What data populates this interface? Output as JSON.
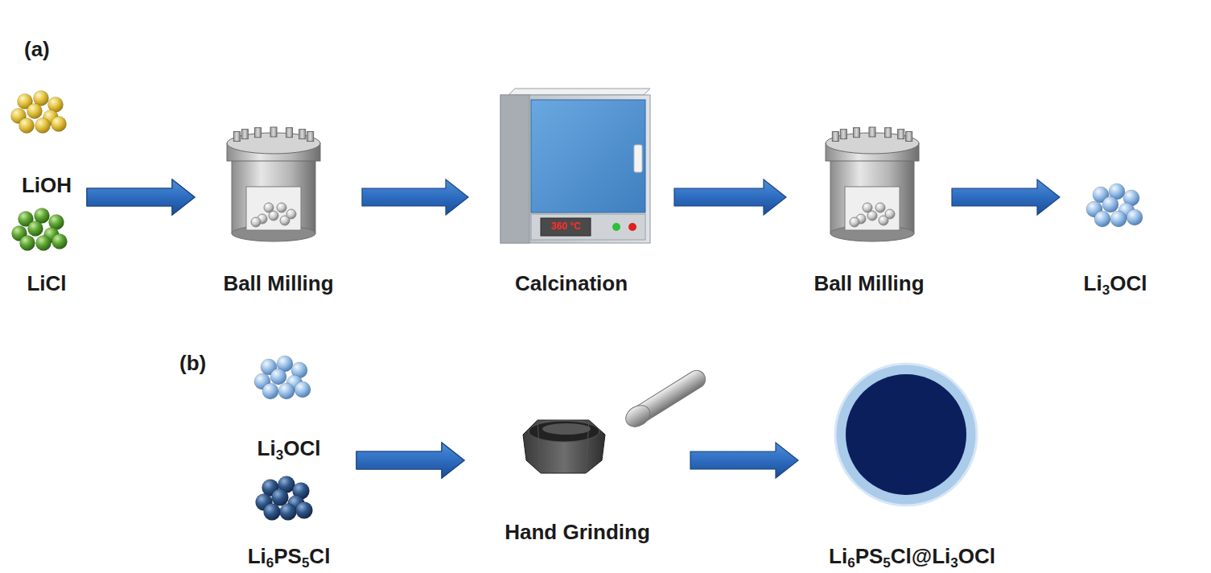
{
  "diagram": {
    "nodes": [
      {
        "text": [
          "LiOH"
        ]
      },
      {
        "text": [
          "LiCl"
        ]
      },
      {
        "text": [
          "Ball Milling"
        ]
      },
      {
        "text": [
          "Calcination"
        ]
      },
      {
        "text": [
          "Ball Milling"
        ]
      },
      {
        "text": [
          "Li3OCl"
        ]
      },
      {
        "text": [
          "Li3OCl"
        ]
      },
      {
        "text": [
          "Li6PS5Cl"
        ]
      },
      {
        "text": [
          "Hand Grinding"
        ]
      },
      {
        "text": [
          "Li6PS5Cl@Li3OCl"
        ]
      }
    ],
    "edges": [
      {
        "from": 0,
        "to": 2,
        "arrow": "to"
      },
      {
        "from": 1,
        "to": 2,
        "arrow": "to"
      },
      {
        "from": 2,
        "to": 3,
        "arrow": "to"
      },
      {
        "from": 3,
        "to": 4,
        "arrow": "to"
      },
      {
        "from": 4,
        "to": 5,
        "arrow": "to"
      },
      {
        "from": 6,
        "to": 8,
        "arrow": "to"
      },
      {
        "from": 7,
        "to": 8,
        "arrow": "to"
      },
      {
        "from": 8,
        "to": 9,
        "arrow": "to"
      }
    ],
    "labels": [
      "(a)",
      "(b)",
      "360 °C"
    ]
  }
}
